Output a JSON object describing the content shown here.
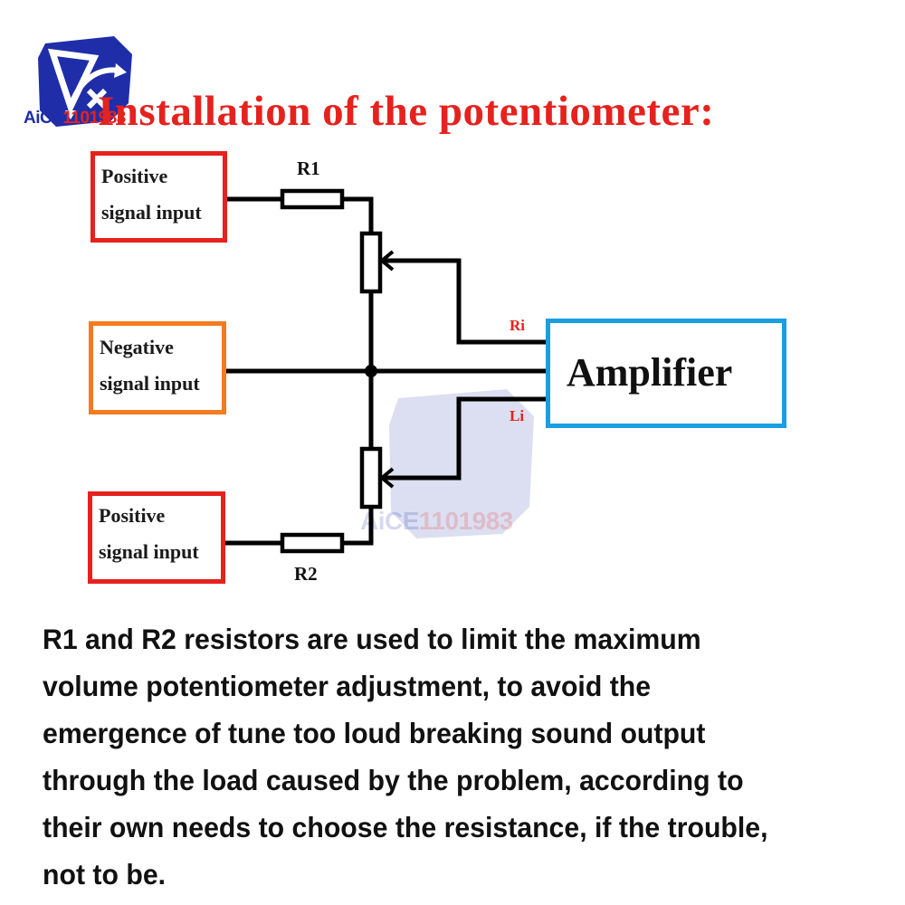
{
  "title": "Installation of the potentiometer:",
  "brand": {
    "logo_icon": "aice-shield-logo-icon",
    "name_part1": "AiCE",
    "name_part2": "1101983",
    "colors": {
      "blue": "#1f2ea8",
      "red": "#e5221e"
    }
  },
  "diagram": {
    "inputs": [
      {
        "id": "positive-top",
        "line1": "Positive",
        "line2": "signal input",
        "border_color": "#e5221e"
      },
      {
        "id": "negative",
        "line1": "Negative",
        "line2": "signal input",
        "border_color": "#f47b20"
      },
      {
        "id": "positive-bottom",
        "line1": "Positive",
        "line2": "signal input",
        "border_color": "#e5221e"
      }
    ],
    "resistors": [
      {
        "label": "R1"
      },
      {
        "label": "R2"
      }
    ],
    "potentiometers": [
      "top-potentiometer",
      "bottom-potentiometer"
    ],
    "amplifier": {
      "label": "Amplifier",
      "border_color": "#1a9ee0",
      "inputs": [
        {
          "label": "Ri"
        },
        {
          "label": "Li"
        }
      ]
    }
  },
  "description": {
    "lines": [
      "R1 and R2 resistors are used to limit the maximum",
      "volume potentiometer adjustment, to avoid the",
      "emergence of tune too loud breaking sound output",
      "through the load caused by the problem, according to",
      "their own needs to choose the resistance, if the trouble,",
      "not to be."
    ]
  },
  "watermark": {
    "part1": "AiCE",
    "part2": "1101983"
  }
}
